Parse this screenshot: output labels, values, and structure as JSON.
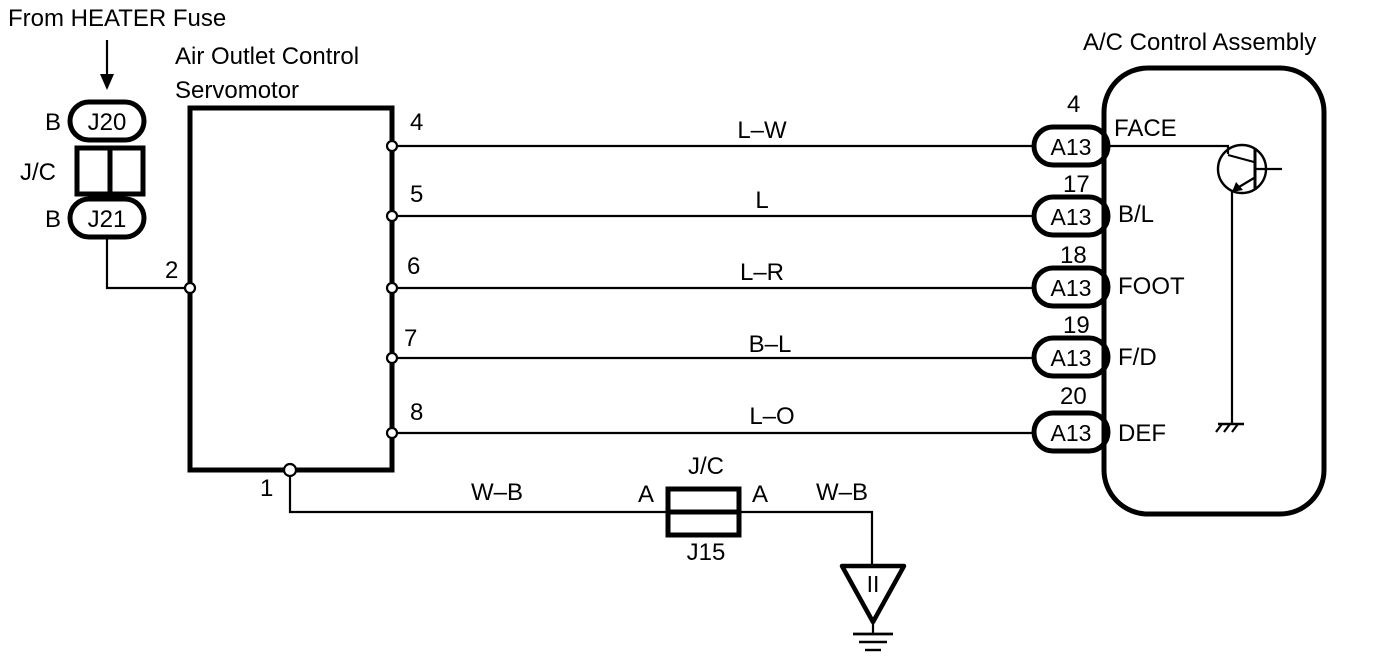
{
  "source_label": "From HEATER Fuse",
  "servomotor": {
    "title_line1": "Air Outlet Control",
    "title_line2": "Servomotor",
    "pins": {
      "p1": "1",
      "p2": "2",
      "p4": "4",
      "p5": "5",
      "p6": "6",
      "p7": "7",
      "p8": "8"
    }
  },
  "junction_block": {
    "label": "J/C",
    "top_connector": {
      "id": "J20",
      "pin": "B"
    },
    "bottom_connector": {
      "id": "J21",
      "pin": "B"
    }
  },
  "wires": [
    {
      "color": "L–W"
    },
    {
      "color": "L"
    },
    {
      "color": "L–R"
    },
    {
      "color": "B–L"
    },
    {
      "color": "L–O"
    }
  ],
  "ac_control": {
    "title": "A/C Control Assembly",
    "connector": "A13",
    "terminals": [
      {
        "pin": "4",
        "name": "FACE"
      },
      {
        "pin": "17",
        "name": "B/L"
      },
      {
        "pin": "18",
        "name": "FOOT"
      },
      {
        "pin": "19",
        "name": "F/D"
      },
      {
        "pin": "20",
        "name": "DEF"
      }
    ]
  },
  "ground": {
    "wire_left": "W–B",
    "wire_right": "W–B",
    "jc_label": "J/C",
    "jc_pin_left": "A",
    "jc_pin_right": "A",
    "jc_id": "J15",
    "ground_symbol": "II"
  }
}
